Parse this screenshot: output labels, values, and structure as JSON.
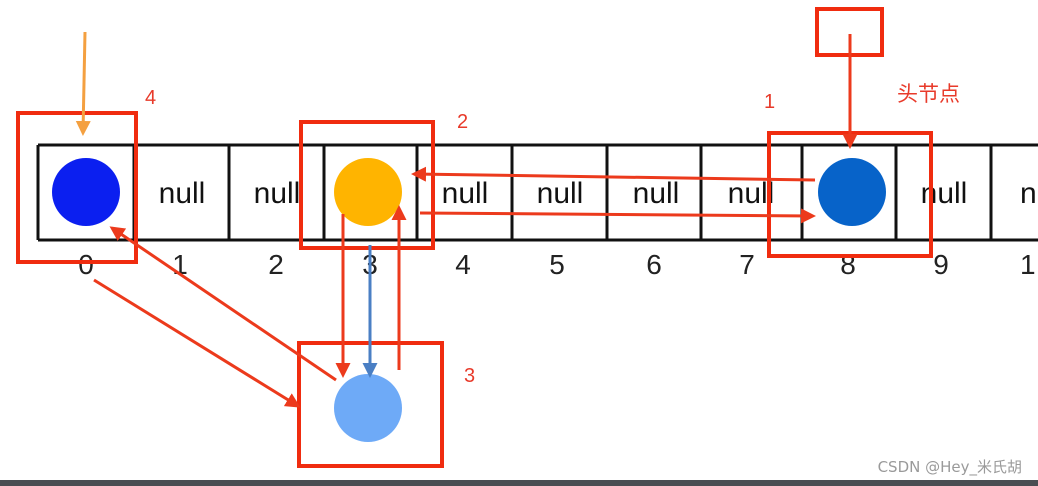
{
  "diagram": {
    "array": {
      "cells": [
        "",
        "null",
        "null",
        "",
        "null",
        "null",
        "null",
        "null",
        "",
        "null",
        "n"
      ],
      "indices": [
        "0",
        "1",
        "2",
        "3",
        "4",
        "5",
        "6",
        "7",
        "8",
        "9",
        "1"
      ]
    },
    "nodes": {
      "index0": {
        "color": "#0b1ff0"
      },
      "index3": {
        "color": "#ffb400"
      },
      "index8": {
        "color": "#0763c9"
      },
      "moved": {
        "color": "#6eaaf7"
      }
    },
    "steps": [
      "1",
      "2",
      "3",
      "4"
    ],
    "head_label": "头节点",
    "watermark": "CSDN @Hey_米氏胡",
    "colors": {
      "highlight": "#f02c0f",
      "arrow": "#ec3a1c",
      "arrow_orange": "#f4a040",
      "arrow_blue": "#4a7fc4"
    }
  }
}
